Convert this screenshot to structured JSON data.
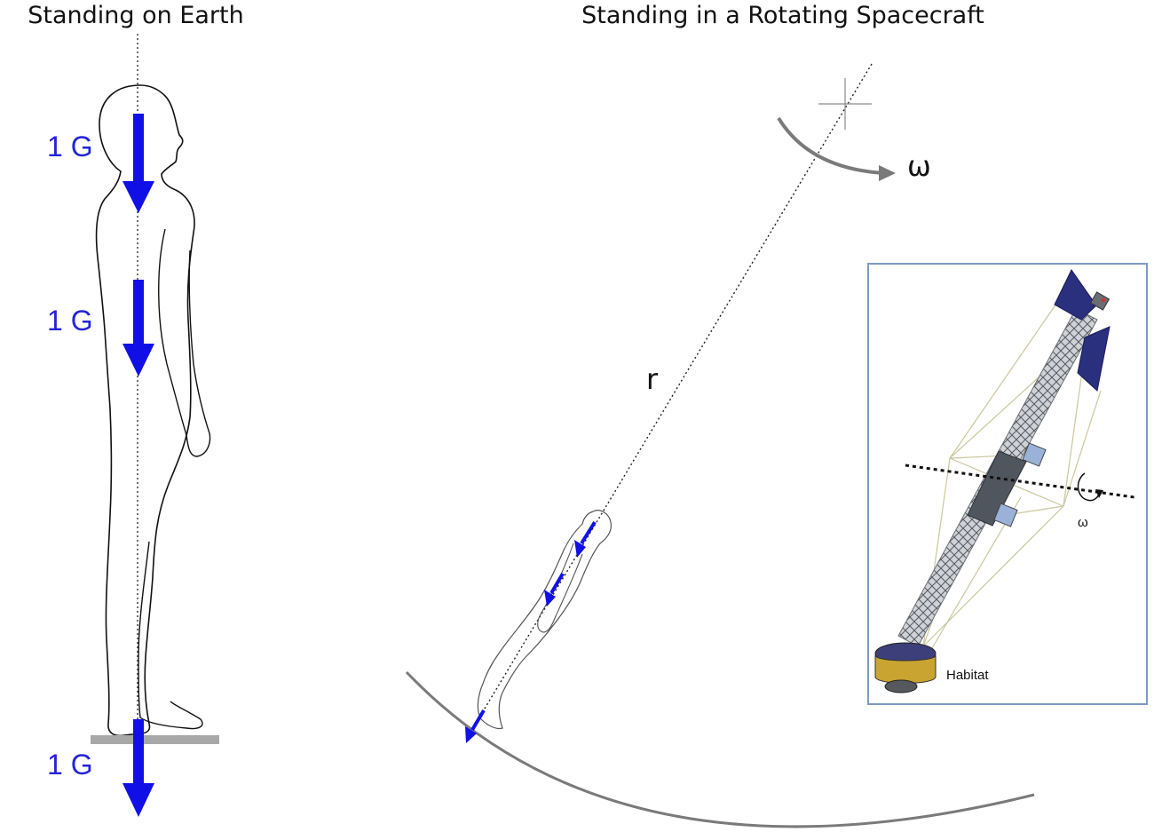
{
  "left_panel": {
    "title": "Standing on Earth",
    "labels": [
      "1 G",
      "1 G",
      "1 G"
    ]
  },
  "right_panel": {
    "title": "Standing in a Rotating Spacecraft",
    "radius_label": "r",
    "omega_label": "ω",
    "inset": {
      "omega_label": "ω",
      "habitat_label": "Habitat"
    }
  },
  "colors": {
    "arrow": "#1010e6",
    "label": "#2323d8",
    "gray_line": "#7a7a7a",
    "floor": "#a8a8a8",
    "inset_border": "#7d9ac4",
    "panel_blue": "#2a2f7e",
    "habitat_gold": "#c9a431"
  }
}
